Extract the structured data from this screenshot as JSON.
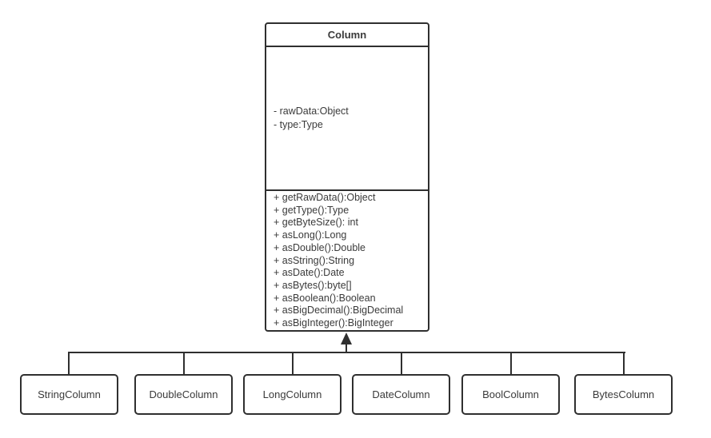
{
  "diagram": {
    "type": "uml-class-diagram",
    "relationship": "inheritance",
    "colors": {
      "line": "#2f2f2f",
      "text": "#3a3a3a",
      "background": "#ffffff"
    },
    "parent_class": {
      "name": "Column",
      "attributes": [
        "- rawData:Object",
        "- type:Type"
      ],
      "methods": [
        "+ getRawData():Object",
        "+ getType():Type",
        "+ getByteSize(): int",
        "+ asLong():Long",
        "+ asDouble():Double",
        "+ asString():String",
        "+ asDate():Date",
        "+ asBytes():byte[]",
        "+ asBoolean():Boolean",
        "+ asBigDecimal():BigDecimal",
        "+ asBigInteger():BigInteger"
      ]
    },
    "child_classes": [
      {
        "name": "StringColumn"
      },
      {
        "name": "DoubleColumn"
      },
      {
        "name": "LongColumn"
      },
      {
        "name": "DateColumn"
      },
      {
        "name": "BoolColumn"
      },
      {
        "name": "BytesColumn"
      }
    ]
  }
}
